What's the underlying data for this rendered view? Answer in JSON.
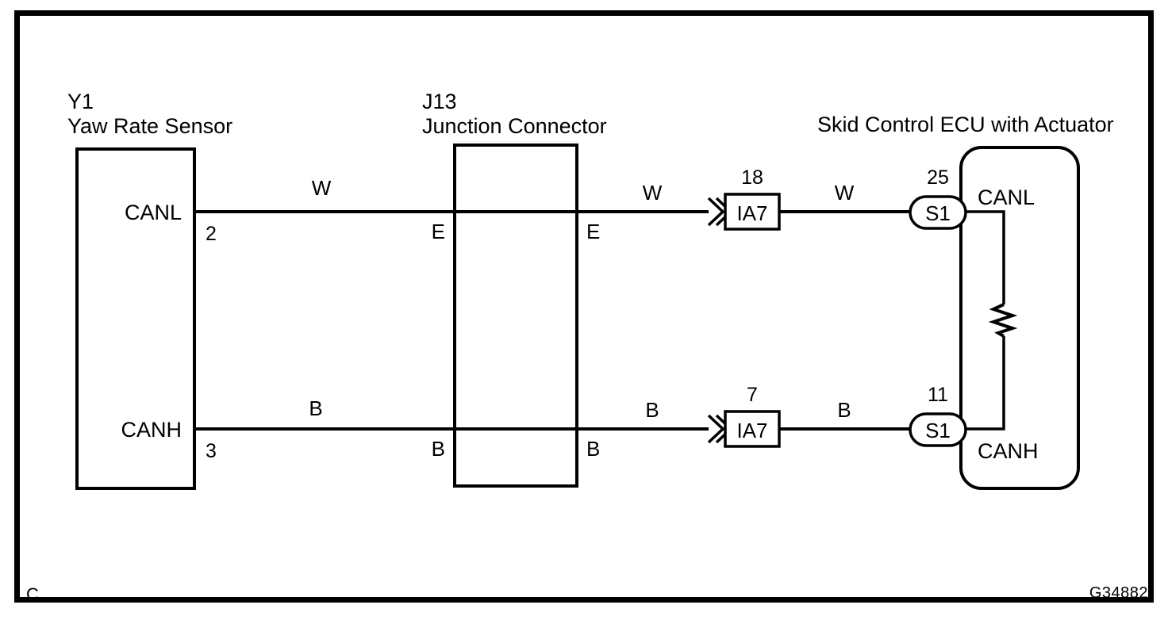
{
  "figure": {
    "corner_mark": "C",
    "figure_code": "G34882"
  },
  "components": {
    "yaw_rate_sensor": {
      "code": "Y1",
      "name": "Yaw Rate Sensor",
      "ports": [
        {
          "label": "CANL",
          "pin": "2"
        },
        {
          "label": "CANH",
          "pin": "3"
        }
      ]
    },
    "junction_connector": {
      "code": "J13",
      "name": "Junction Connector",
      "pins_left": [
        "E",
        "B"
      ],
      "pins_right": [
        "E",
        "B"
      ]
    },
    "skid_control_ecu": {
      "name": "Skid Control ECU with Actuator",
      "ports": [
        {
          "label": "CANL",
          "pin": "25"
        },
        {
          "label": "CANH",
          "pin": "11"
        }
      ],
      "internal_element": "terminating-resistor"
    }
  },
  "inline_connectors": {
    "upper": {
      "name": "IA7",
      "pin": "18"
    },
    "lower": {
      "name": "IA7",
      "pin": "7"
    },
    "upper_splice": {
      "name": "S1",
      "pin": "25"
    },
    "lower_splice": {
      "name": "S1",
      "pin": "11"
    }
  },
  "wires": {
    "upper": [
      {
        "color_code": "W",
        "segment": "sensor-to-junction"
      },
      {
        "color_code": "W",
        "segment": "junction-to-IA7"
      },
      {
        "color_code": "W",
        "segment": "IA7-to-S1"
      }
    ],
    "lower": [
      {
        "color_code": "B",
        "segment": "sensor-to-junction"
      },
      {
        "color_code": "B",
        "segment": "junction-to-IA7"
      },
      {
        "color_code": "B",
        "segment": "IA7-to-S1"
      }
    ]
  },
  "colors": {
    "line": "#000000",
    "background": "#ffffff"
  }
}
